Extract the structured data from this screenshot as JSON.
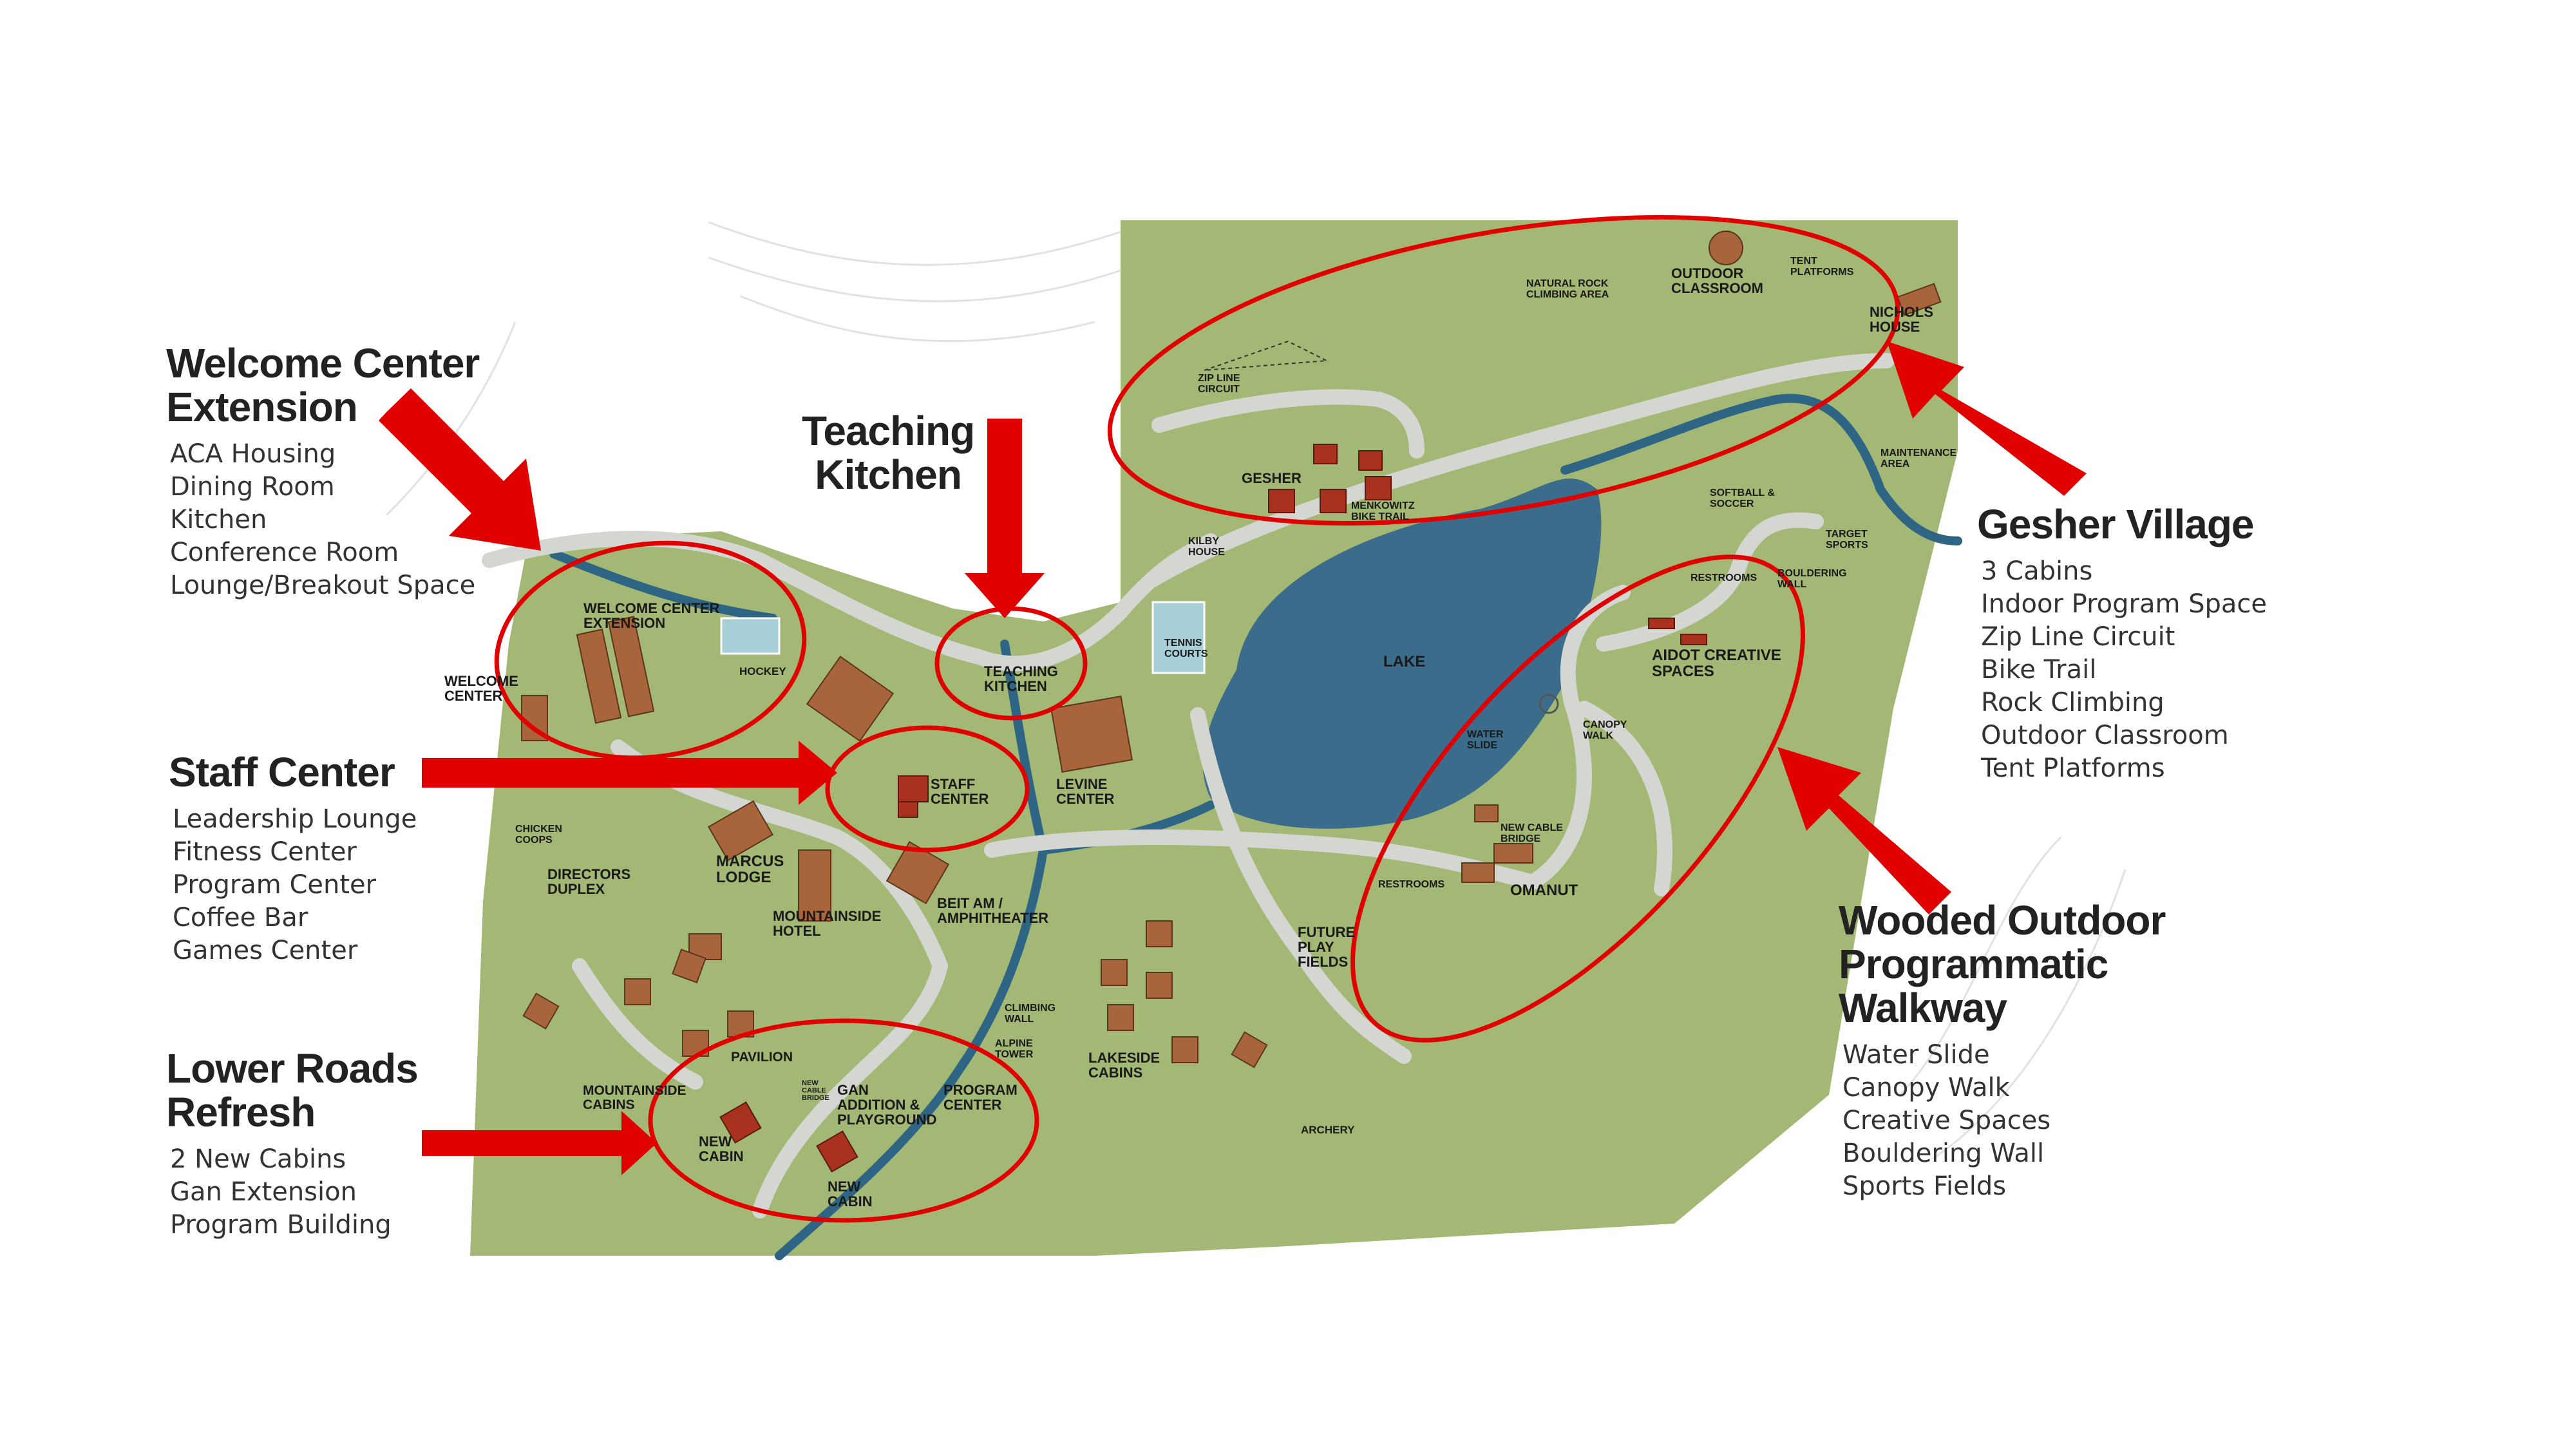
{
  "callouts": {
    "welcome": {
      "title": "Welcome Center\nExtension",
      "items": [
        "ACA Housing",
        "Dining Room",
        "Kitchen",
        "Conference Room",
        "Lounge/Breakout Space"
      ]
    },
    "teaching": {
      "title": "Teaching\nKitchen"
    },
    "staff": {
      "title": "Staff Center",
      "items": [
        "Leadership Lounge",
        "Fitness Center",
        "Program Center",
        "Coffee Bar",
        "Games Center"
      ]
    },
    "lower": {
      "title": "Lower Roads\nRefresh",
      "items": [
        "2 New Cabins",
        "Gan Extension",
        "Program Building"
      ]
    },
    "gesher": {
      "title": "Gesher Village",
      "items": [
        "3 Cabins",
        "Indoor Program Space",
        "Zip Line Circuit",
        "Bike Trail",
        "Rock Climbing",
        "Outdoor Classroom",
        "Tent Platforms"
      ]
    },
    "wooded": {
      "title": "Wooded Outdoor\nProgrammatic\nWalkway",
      "items": [
        "Water Slide",
        "Canopy Walk",
        "Creative Spaces",
        "Bouldering Wall",
        "Sports Fields"
      ]
    }
  },
  "map_labels": {
    "welcome_center_extension": "WELCOME CENTER\nEXTENSION",
    "welcome_center": "WELCOME\nCENTER",
    "hockey": "HOCKEY",
    "teaching_kitchen": "TEACHING\nKITCHEN",
    "tennis_courts": "TENNIS\nCOURTS",
    "staff_center": "STAFF\nCENTER",
    "levine_center": "LEVINE\nCENTER",
    "chicken_coops": "CHICKEN\nCOOPS",
    "directors_duplex": "DIRECTORS\nDUPLEX",
    "marcus_lodge": "MARCUS\nLODGE",
    "mountainside_hotel": "MOUNTAINSIDE\nHOTEL",
    "beit_am": "BEIT AM /\nAMPHITHEATER",
    "mountainside_cabins": "MOUNTAINSIDE\nCABINS",
    "pavilion": "PAVILION",
    "new_cable_bridge_low": "NEW\nCABLE\nBRIDGE",
    "gan": "GAN\nADDITION &\nPLAYGROUND",
    "program_center": "PROGRAM\nCENTER",
    "new_cabin_1": "NEW\nCABIN",
    "new_cabin_2": "NEW\nCABIN",
    "climbing_wall": "CLIMBING\nWALL",
    "alpine_tower": "ALPINE\nTOWER",
    "lakeside_cabins": "LAKESIDE\nCABINS",
    "archery": "ARCHERY",
    "future_play_fields": "FUTURE\nPLAY\nFIELDS",
    "lake": "LAKE",
    "water_slide": "WATER\nSLIDE",
    "new_cable_bridge": "NEW CABLE\nBRIDGE",
    "restrooms_low": "RESTROOMS",
    "omanut": "OMANUT",
    "canopy_walk": "CANOPY\nWALK",
    "aidot": "AIDOT CREATIVE\nSPACES",
    "restrooms_up": "RESTROOMS",
    "bouldering_wall": "BOULDERING\nWALL",
    "softball": "SOFTBALL &\nSOCCER",
    "target_sports": "TARGET\nSPORTS",
    "maintenance": "MAINTENANCE\nAREA",
    "nichols": "NICHOLS\nHOUSE",
    "tent_platforms": "TENT\nPLATFORMS",
    "outdoor_classroom": "OUTDOOR\nCLASSROOM",
    "natural_rock": "NATURAL ROCK\nCLIMBING AREA",
    "zip_line": "ZIP LINE\nCIRCUIT",
    "gesher": "GESHER",
    "menkowitz": "MENKOWITZ\nBIKE TRAIL",
    "kilby": "KILBY\nHOUSE"
  },
  "colors": {
    "grass": "#a3b874",
    "lake": "#3c6c8c",
    "stream": "#2e6585",
    "road": "#d4d6d2",
    "building": "#a8643a",
    "building_new": "#a8321e",
    "highlight": "#e00000"
  }
}
